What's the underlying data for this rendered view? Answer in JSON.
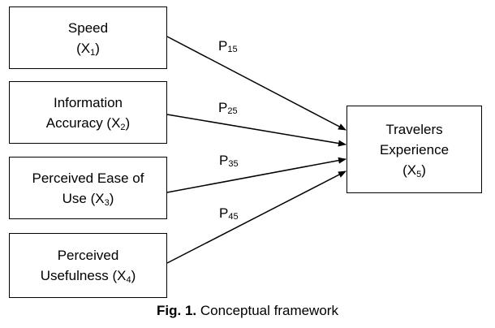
{
  "nodes": {
    "x1": {
      "line1": "Speed",
      "var_open": "(X",
      "var_sub": "1",
      "var_close": ")"
    },
    "x2": {
      "line1": "Information",
      "line2_text": "Accuracy (X",
      "var_sub": "2",
      "var_close": ")"
    },
    "x3": {
      "line1": "Perceived Ease of",
      "line2_text": "Use (X",
      "var_sub": "3",
      "var_close": ")"
    },
    "x4": {
      "line1": "Perceived",
      "line2_text": "Usefulness (X",
      "var_sub": "4",
      "var_close": ")"
    },
    "x5": {
      "line1": "Travelers",
      "line2": "Experience",
      "var_open": "(X",
      "var_sub": "5",
      "var_close": ")"
    }
  },
  "paths": [
    {
      "letter": "P",
      "sub": "15",
      "from": "x1",
      "to": "x5"
    },
    {
      "letter": "P",
      "sub": "25",
      "from": "x2",
      "to": "x5"
    },
    {
      "letter": "P",
      "sub": "35",
      "from": "x3",
      "to": "x5"
    },
    {
      "letter": "P",
      "sub": "45",
      "from": "x4",
      "to": "x5"
    }
  ],
  "caption": {
    "label": "Fig. 1.",
    "text": " Conceptual framework"
  },
  "colors": {
    "line": "#000000",
    "background": "#ffffff"
  }
}
